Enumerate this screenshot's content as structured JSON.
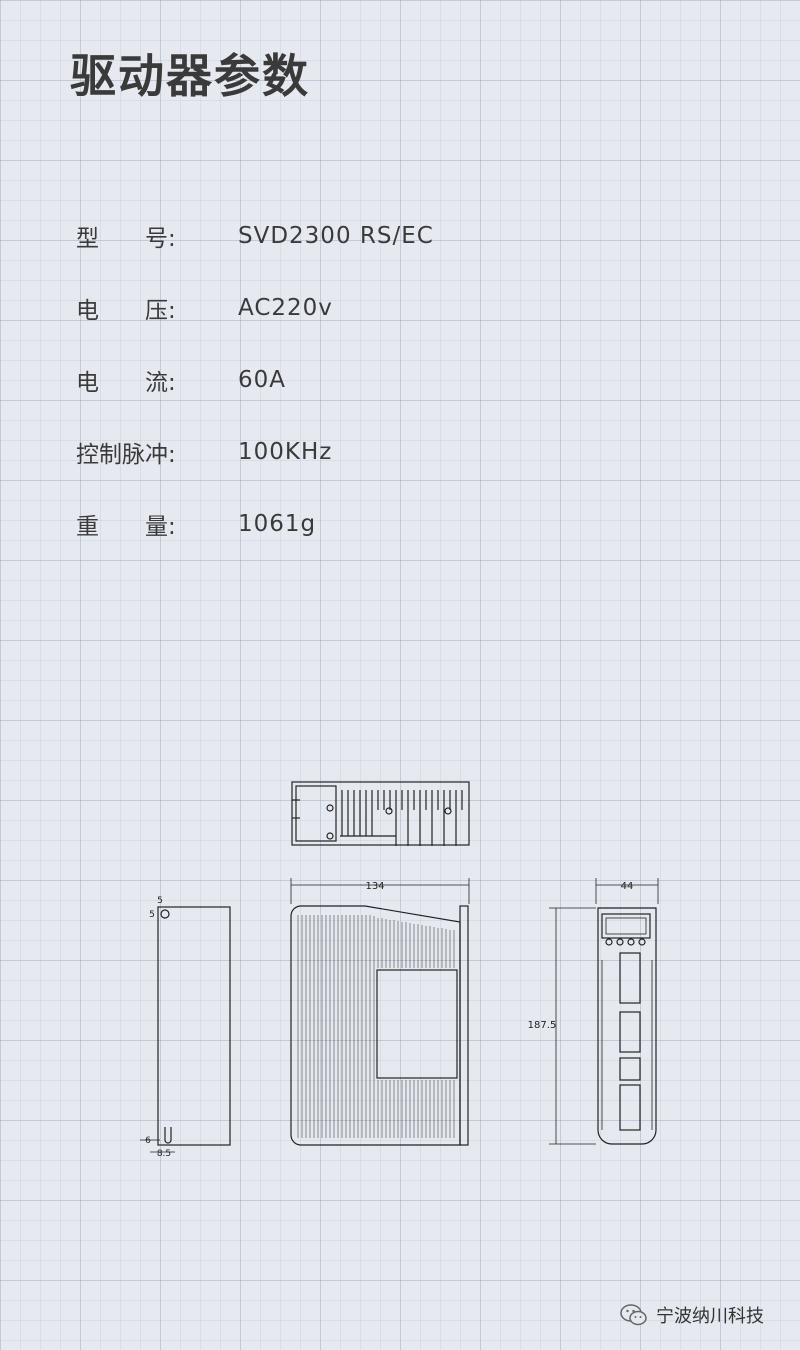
{
  "title": "驱动器参数",
  "specs": [
    {
      "label": "型　　号:",
      "value": "SVD2300  RS/EC"
    },
    {
      "label": "电　　压:",
      "value": "AC220v"
    },
    {
      "label": "电　　流:",
      "value": "60A"
    },
    {
      "label": "控制脉冲:",
      "value": "100KHz"
    },
    {
      "label": "重　　量:",
      "value": "1061g"
    }
  ],
  "drawing": {
    "dim_width": "134",
    "dim_depth": "44",
    "dim_height": "187.5",
    "dim_hole_top_h": "5",
    "dim_hole_top_v": "5",
    "dim_bottom_a": "6",
    "dim_bottom_b": "8.5"
  },
  "footer": {
    "brand": "宁波纳川科技"
  }
}
